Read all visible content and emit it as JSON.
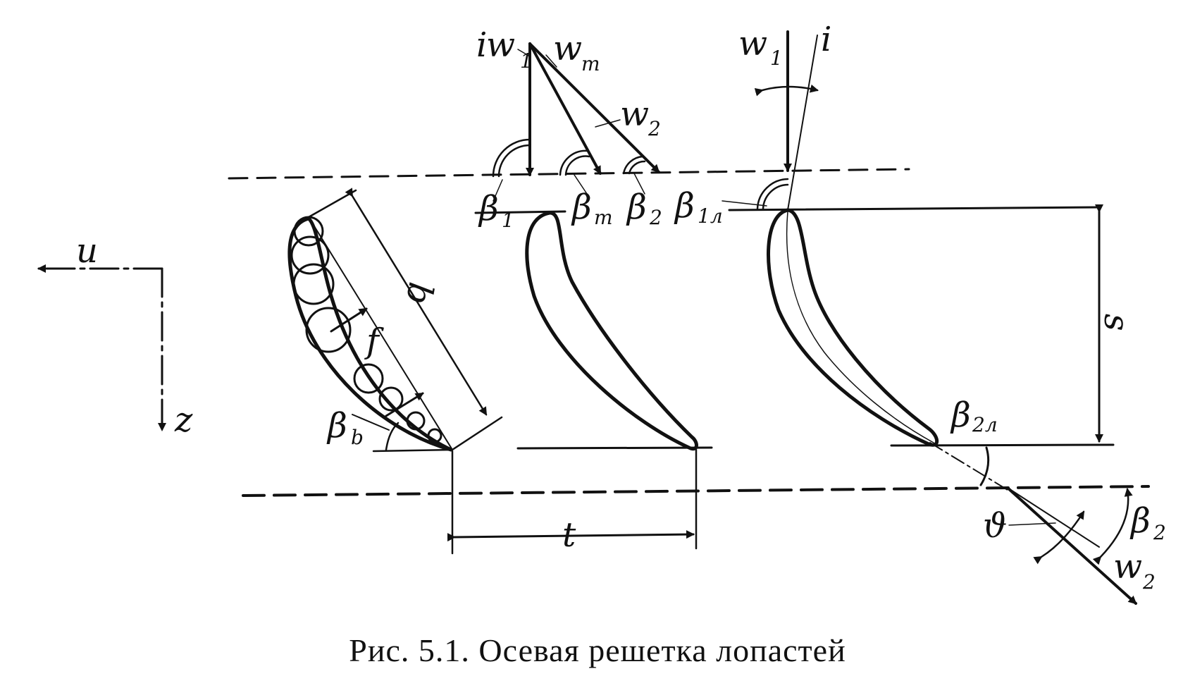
{
  "caption": "Рис. 5.1. Осевая решетка лопастей",
  "labels": {
    "u": "u",
    "z": "z",
    "b": "b",
    "f": "f",
    "beta_b": "β",
    "beta_b_sub": "b",
    "t": "t",
    "s": "s",
    "i_left": "i",
    "w1_left": "w",
    "w1_left_sub": "1",
    "wm": "w",
    "wm_sub": "m",
    "w2_top": "w",
    "w2_top_sub": "2",
    "beta1": "β",
    "beta1_sub": "1",
    "betam": "β",
    "betam_sub": "m",
    "beta2_top": "β",
    "beta2_top_sub": "2",
    "beta1l": "β",
    "beta1l_sub": "1л",
    "w1_right": "w",
    "w1_right_sub": "1",
    "i_right": "i",
    "beta2l": "β",
    "beta2l_sub": "2л",
    "theta": "ϑ",
    "beta2_right": "β",
    "beta2_right_sub": "2",
    "w2_right": "w",
    "w2_right_sub": "2"
  }
}
